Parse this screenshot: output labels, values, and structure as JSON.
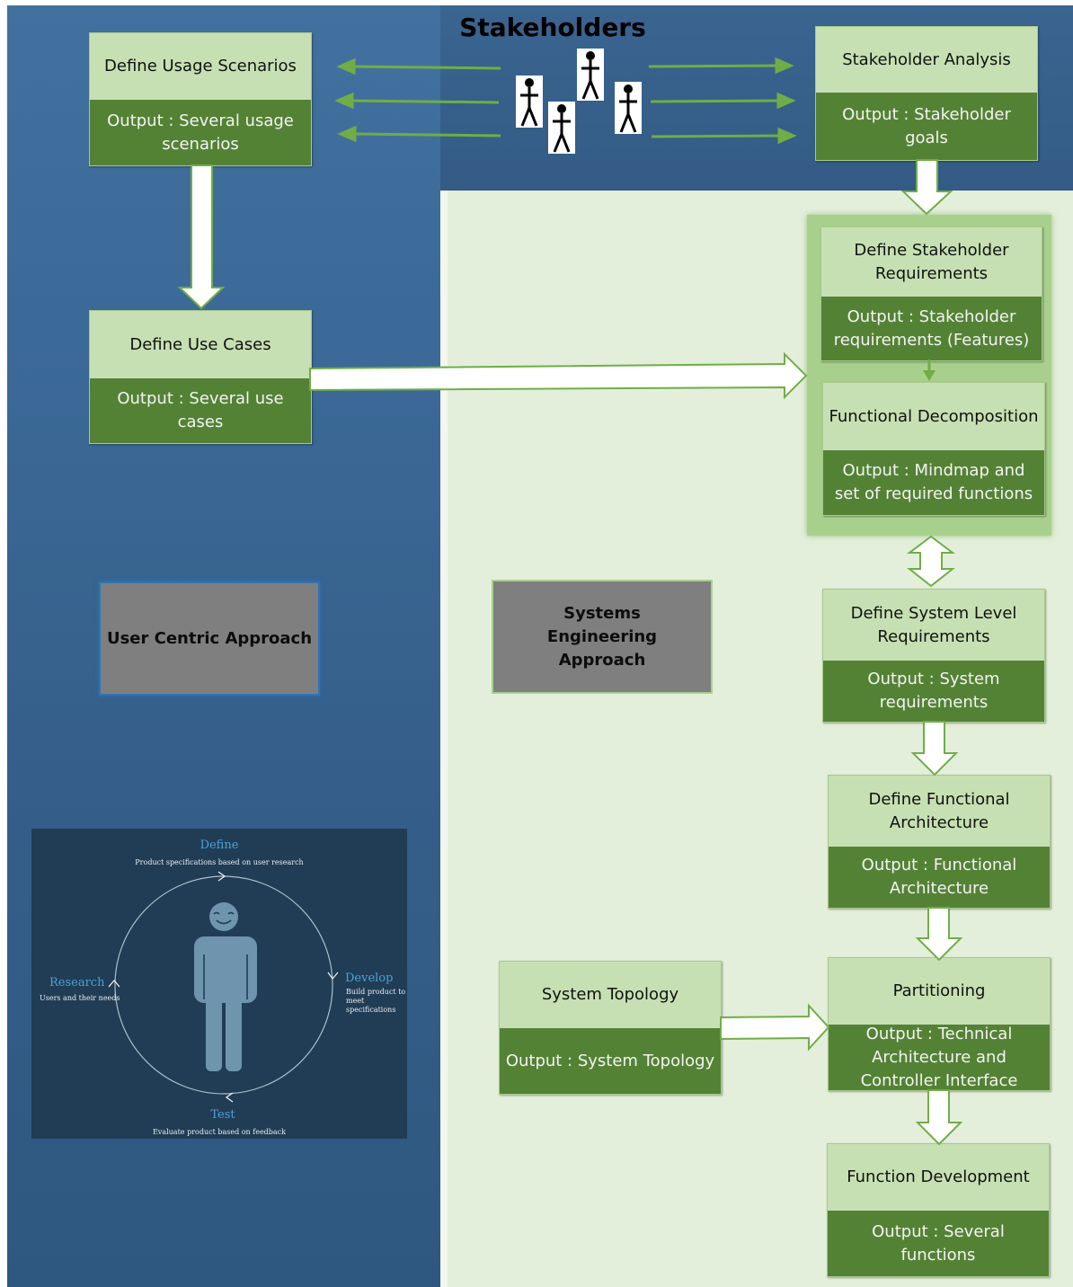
{
  "header": {
    "title": "Stakeholders"
  },
  "user_centric": {
    "usage_scenarios": {
      "title": "Define Usage Scenarios",
      "output": "Output : Several usage scenarios"
    },
    "use_cases": {
      "title": "Define Use Cases",
      "output": "Output : Several use cases"
    },
    "approach_label": "User Centric Approach"
  },
  "systems_engineering": {
    "stakeholder_analysis": {
      "title": "Stakeholder Analysis",
      "output": "Output : Stakeholder goals"
    },
    "stakeholder_requirements": {
      "title": "Define Stakeholder Requirements",
      "output": "Output : Stakeholder requirements (Features)"
    },
    "functional_decomposition": {
      "title": "Functional Decomposition",
      "output": "Output : Mindmap and set of required functions"
    },
    "system_level_requirements": {
      "title": "Define System Level Requirements",
      "output": "Output : System requirements"
    },
    "functional_architecture": {
      "title": "Define Functional Architecture",
      "output": "Output : Functional Architecture"
    },
    "partitioning": {
      "title": "Partitioning",
      "output": "Output : Technical Architecture and Controller Interface"
    },
    "function_development": {
      "title": "Function Development",
      "output": "Output : Several functions"
    },
    "system_topology": {
      "title": "System Topology",
      "output": "Output : System Topology"
    },
    "approach_label": "Systems Engineering Approach"
  },
  "design_cycle": {
    "define": {
      "label": "Define",
      "desc": "Product specifications based on user research"
    },
    "develop": {
      "label": "Develop",
      "desc": "Build product to meet specifications"
    },
    "test": {
      "label": "Test",
      "desc": "Evaluate product based on feedback"
    },
    "research": {
      "label": "Research",
      "desc": "Users and their needs"
    }
  },
  "colors": {
    "box_header": "#c6e0b3",
    "box_output": "#548235",
    "arrow_green": "#70ad47",
    "left_panel": "#3c6a98",
    "right_panel": "#e3efda",
    "grey_label": "#7f7f7f"
  }
}
